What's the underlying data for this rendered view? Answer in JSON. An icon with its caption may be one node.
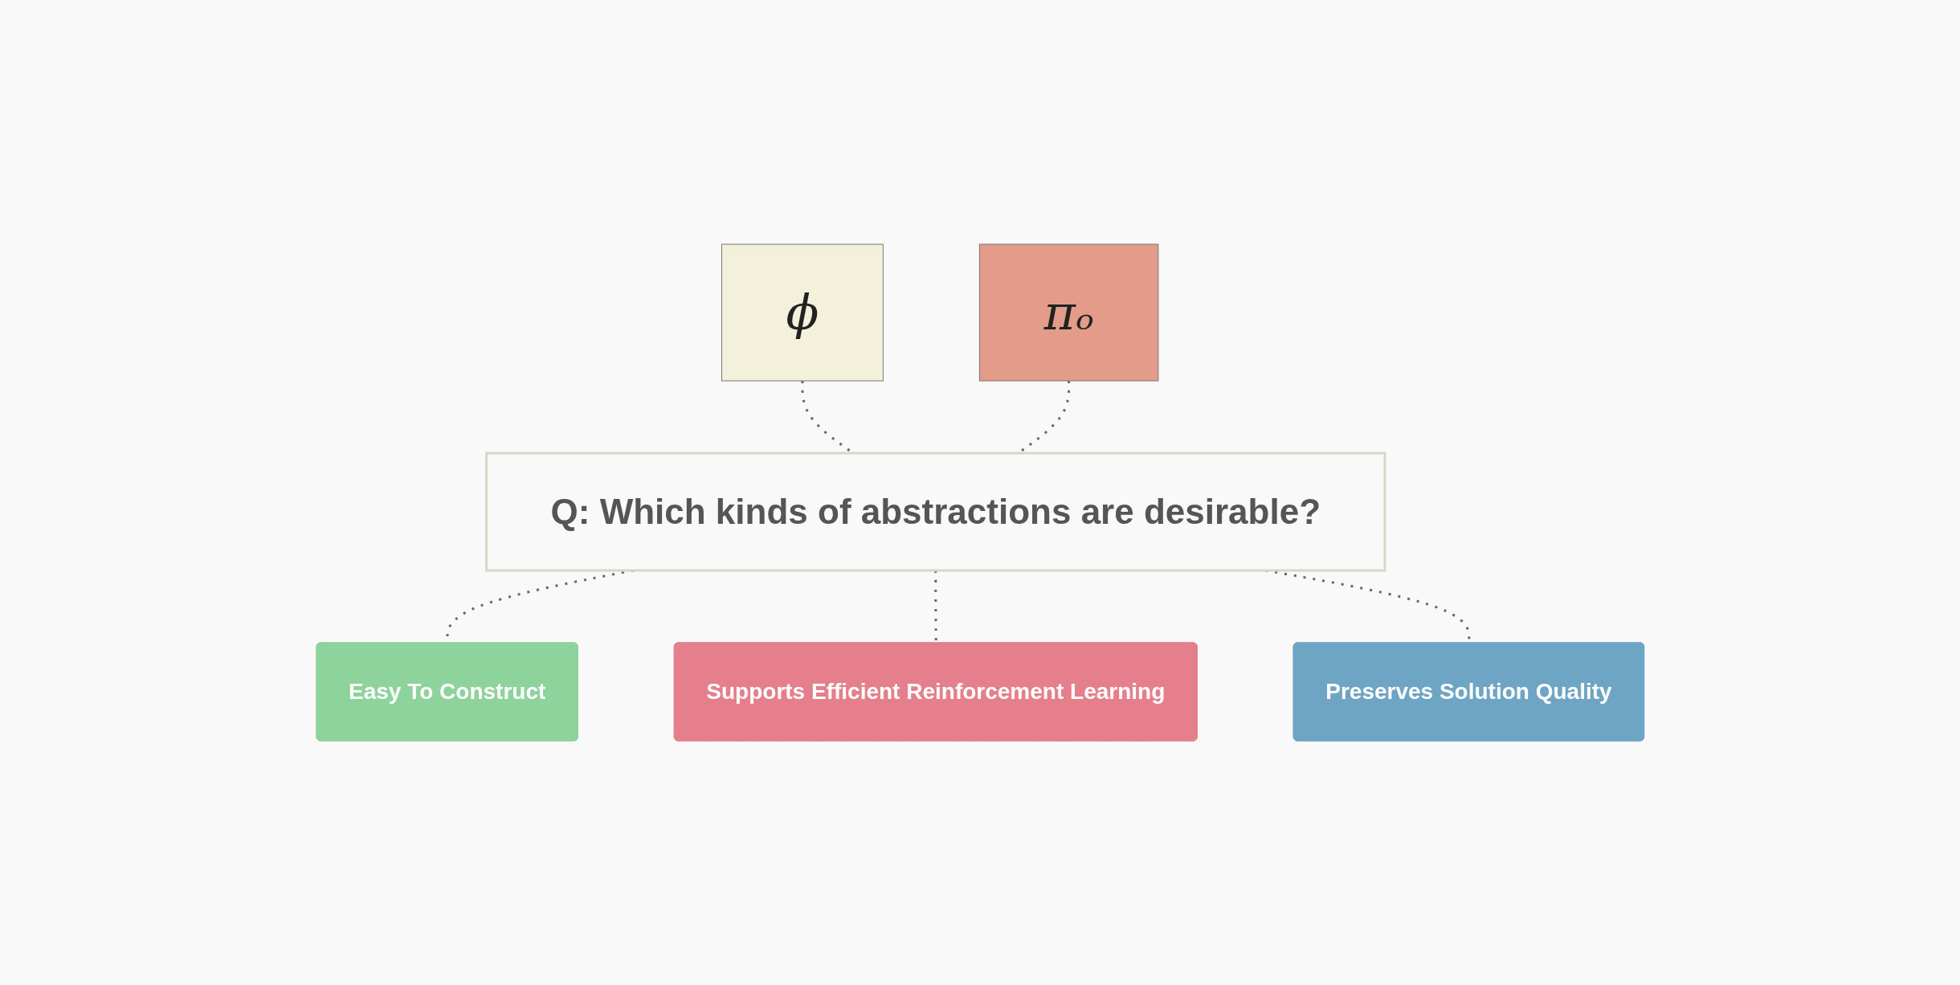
{
  "diagram": {
    "nodes": [
      {
        "text": [
          "ϕ"
        ]
      },
      {
        "text": [
          "πₒ"
        ]
      },
      {
        "text": [
          "Q: Which kinds of abstractions are desirable?"
        ]
      },
      {
        "text": [
          "Easy To Construct"
        ]
      },
      {
        "text": [
          "Supports Efficient Reinforcement Learning"
        ]
      },
      {
        "text": [
          "Preserves Solution Quality"
        ]
      }
    ],
    "edges": [
      {
        "from": 0,
        "to": 2,
        "arrow": "none",
        "style": "dashed"
      },
      {
        "from": 1,
        "to": 2,
        "arrow": "none",
        "style": "dashed"
      },
      {
        "from": 2,
        "to": 3,
        "arrow": "none",
        "style": "dashed"
      },
      {
        "from": 2,
        "to": 4,
        "arrow": "none",
        "style": "dashed"
      },
      {
        "from": 2,
        "to": 5,
        "arrow": "none",
        "style": "dashed"
      }
    ]
  }
}
